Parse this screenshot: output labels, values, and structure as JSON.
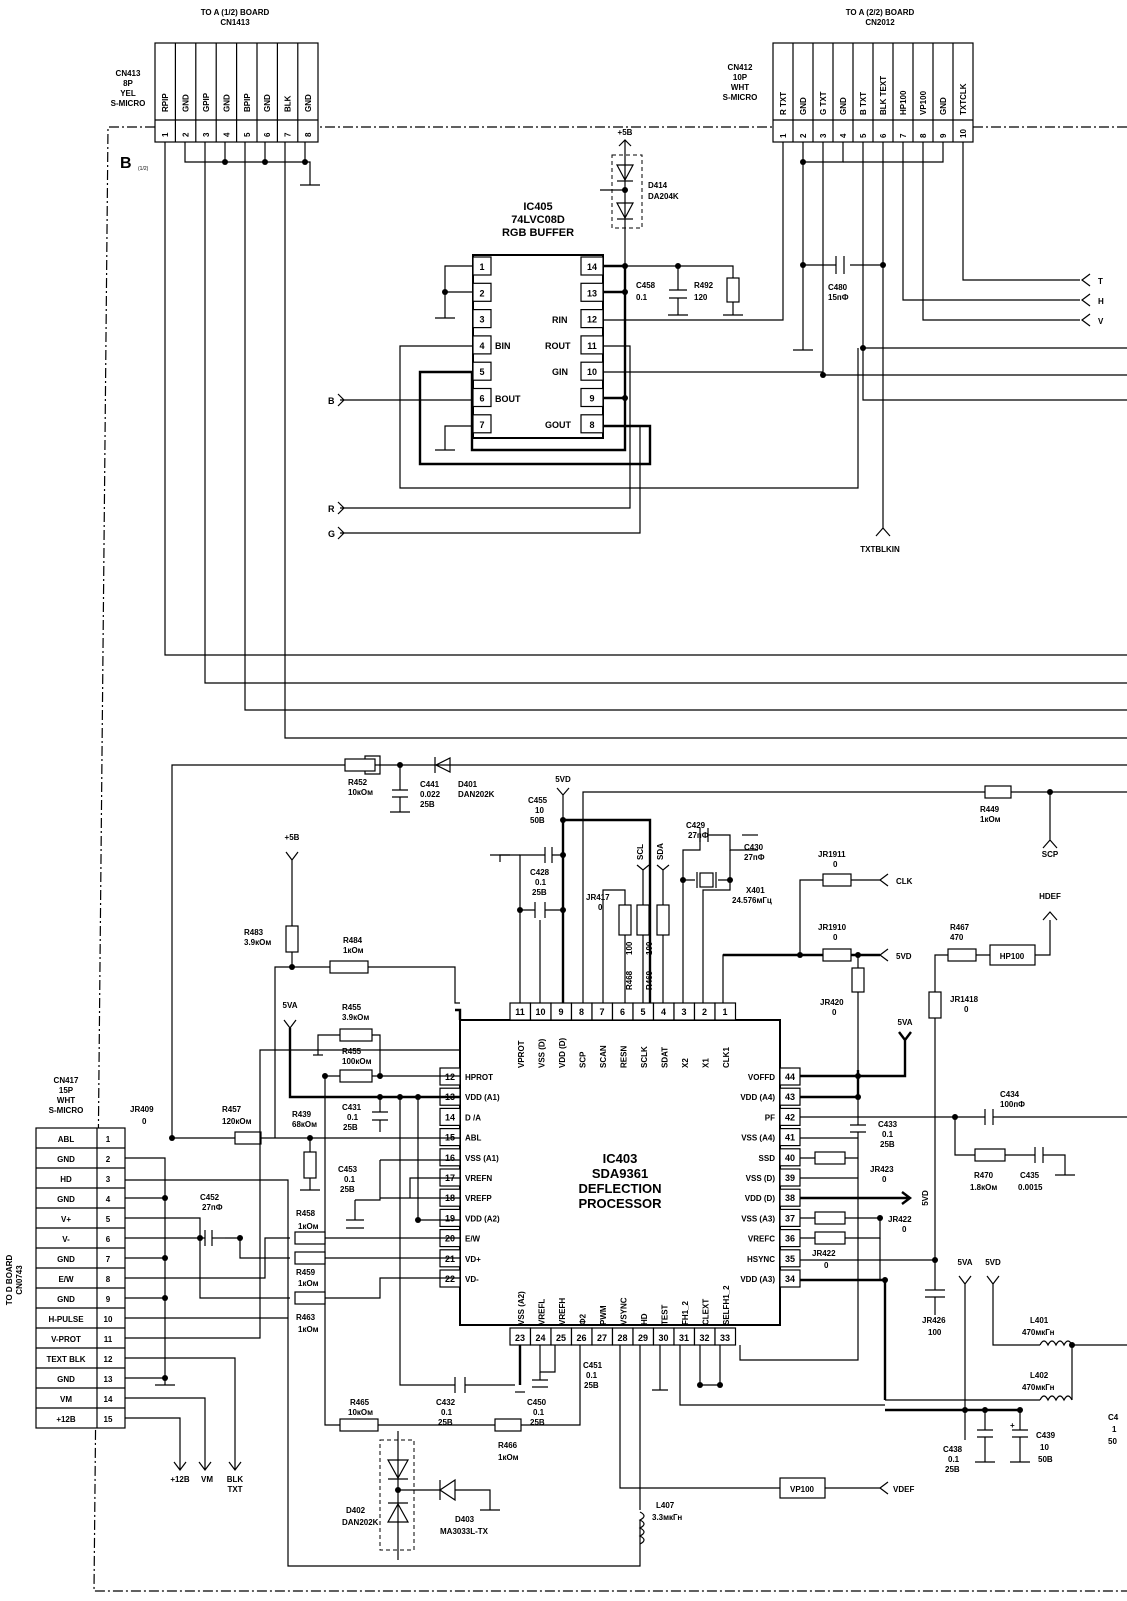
{
  "title_left_board": "TO A (1/2) BOARD",
  "title_left_conn": "CN1413",
  "title_right_board": "TO A (2/2) BOARD",
  "title_right_conn": "CN2012",
  "block_label": "B",
  "block_sub": "(1/2)",
  "cn413": {
    "ref": "CN413",
    "pins": "8P",
    "color": "YEL",
    "type": "S-MICRO",
    "signals": [
      "RPIP",
      "GND",
      "GPIP",
      "GND",
      "BPIP",
      "GND",
      "BLK",
      "GND"
    ],
    "numbers": [
      "1",
      "2",
      "3",
      "4",
      "5",
      "6",
      "7",
      "8"
    ]
  },
  "cn412": {
    "ref": "CN412",
    "pins": "10P",
    "color": "WHT",
    "type": "S-MICRO",
    "signals": [
      "R TXT",
      "GND",
      "G TXT",
      "GND",
      "B TXT",
      "BLK TEXT",
      "HP100",
      "VP100",
      "GND",
      "TXTCLK"
    ],
    "numbers": [
      "1",
      "2",
      "3",
      "4",
      "5",
      "6",
      "7",
      "8",
      "9",
      "10"
    ]
  },
  "cn417": {
    "ref": "CN417",
    "pins": "15P",
    "color": "WHT",
    "type": "S-MICRO",
    "signals": [
      "ABL",
      "GND",
      "HD",
      "GND",
      "V+",
      "V-",
      "GND",
      "E/W",
      "GND",
      "H-PULSE",
      "V-PROT",
      "TEXT BLK",
      "GND",
      "VM",
      "+12B"
    ],
    "numbers": [
      "1",
      "2",
      "3",
      "4",
      "5",
      "6",
      "7",
      "8",
      "9",
      "10",
      "11",
      "12",
      "13",
      "14",
      "15"
    ],
    "board": "TO D BOARD",
    "board_conn": "CN0743"
  },
  "ic405": {
    "ref": "IC405",
    "part": "74LVC08D",
    "desc": "RGB BUFFER",
    "left": [
      "1",
      "2",
      "3",
      "4",
      "5",
      "6",
      "7"
    ],
    "right": [
      "14",
      "13",
      "12",
      "11",
      "10",
      "9",
      "8"
    ],
    "pin_names": {
      "bin": "BIN",
      "bout": "BOUT",
      "rin": "RIN",
      "rout": "ROUT",
      "gin": "GIN",
      "gout": "GOUT"
    }
  },
  "ic403": {
    "ref": "IC403",
    "part": "SDA9361",
    "desc1": "DEFLECTION",
    "desc2": "PROCESSOR",
    "top_nums": [
      "11",
      "10",
      "9",
      "8",
      "7",
      "6",
      "5",
      "4",
      "3",
      "2",
      "1"
    ],
    "top_names": [
      "VPROT",
      "VSS (D)",
      "VDD (D)",
      "SCP",
      "SCAN",
      "RESN",
      "SCLK",
      "SDAT",
      "X2",
      "X1",
      "CLK1"
    ],
    "left_nums": [
      "12",
      "13",
      "14",
      "15",
      "16",
      "17",
      "18",
      "19",
      "20",
      "21",
      "22"
    ],
    "left_names": [
      "HPROT",
      "VDD (A1)",
      "D /A",
      "ABL",
      "VSS (A1)",
      "VREFN",
      "VREFP",
      "VDD (A2)",
      "E/W",
      "VD+",
      "VD-"
    ],
    "right_nums": [
      "44",
      "43",
      "42",
      "41",
      "40",
      "39",
      "38",
      "37",
      "36",
      "35",
      "34"
    ],
    "right_names": [
      "VOFFD",
      "VDD (A4)",
      "PF",
      "VSS (A4)",
      "SSD",
      "VSS (D)",
      "VDD (D)",
      "VSS (A3)",
      "VREFC",
      "HSYNC",
      "VDD (A3)"
    ],
    "bot_nums": [
      "23",
      "24",
      "25",
      "26",
      "27",
      "28",
      "29",
      "30",
      "31",
      "32",
      "33"
    ],
    "bot_names": [
      "VSS (A2)",
      "VREFL",
      "VREFH",
      "Φ2",
      "PWM",
      "VSYNC",
      "HD",
      "TEST",
      "FH1_2",
      "CLEXT",
      "SELFH1_2"
    ]
  },
  "components": {
    "d414": [
      "D414",
      "DA204K"
    ],
    "c458": [
      "C458",
      "0.1"
    ],
    "r492": [
      "R492",
      "120"
    ],
    "c480": [
      "C480",
      "15пФ"
    ],
    "r452": [
      "R452",
      "10кОм"
    ],
    "c441": [
      "C441",
      "0.022",
      "25B"
    ],
    "d401": [
      "D401",
      "DAN202K"
    ],
    "c455": [
      "C455",
      "10",
      "50B"
    ],
    "c428": [
      "C428",
      "0.1",
      "25B"
    ],
    "jr417": [
      "JR417",
      "0"
    ],
    "r468": [
      "R468",
      "100"
    ],
    "r469": [
      "R469",
      "100"
    ],
    "c429": [
      "C429",
      "27пФ"
    ],
    "c430": [
      "C430",
      "27пФ"
    ],
    "x401": [
      "X401",
      "24.576мГц"
    ],
    "jr1911": [
      "JR1911",
      "0"
    ],
    "jr1910": [
      "JR1910",
      "0"
    ],
    "r449": [
      "R449",
      "1кОм"
    ],
    "r467": [
      "R467",
      "470"
    ],
    "jr1418": [
      "JR1418",
      "0"
    ],
    "jr420": [
      "JR420",
      "0"
    ],
    "r483": [
      "R483",
      "3.9кОм"
    ],
    "r484": [
      "R484",
      "1кОм"
    ],
    "r455a": [
      "R455",
      "3.9кОм"
    ],
    "r455b": [
      "R455",
      "100кОм"
    ],
    "jr409": [
      "JR409",
      "0"
    ],
    "r457": [
      "R457",
      "120кОм"
    ],
    "r439": [
      "R439",
      "68кОм"
    ],
    "c431": [
      "C431",
      "0.1",
      "25B"
    ],
    "c453": [
      "C453",
      "0.1",
      "25B"
    ],
    "c452": [
      "C452",
      "27пФ"
    ],
    "r458": [
      "R458",
      "1кОм"
    ],
    "r459": [
      "R459",
      "1кОм"
    ],
    "r463": [
      "R463",
      "1кОм"
    ],
    "c434": [
      "C434",
      "100пФ"
    ],
    "c433": [
      "C433",
      "0.1",
      "25B"
    ],
    "jr423": [
      "JR423",
      "0"
    ],
    "r470": [
      "R470",
      "1.8кОм"
    ],
    "c435": [
      "C435",
      "0.0015"
    ],
    "jr422a": [
      "JR422",
      "0"
    ],
    "jr422b": [
      "JR422",
      "0"
    ],
    "jr426": [
      "JR426",
      "100"
    ],
    "l401": [
      "L401",
      "470мкГн"
    ],
    "l402": [
      "L402",
      "470мкГн"
    ],
    "c438": [
      "C438",
      "0.1",
      "25B"
    ],
    "c439": [
      "C439",
      "10",
      "50B"
    ],
    "c432": [
      "C432",
      "0.1",
      "25B"
    ],
    "c450": [
      "C450",
      "0.1",
      "25B"
    ],
    "c451": [
      "C451",
      "0.1",
      "25B"
    ],
    "r465": [
      "R465",
      "10кОм"
    ],
    "r466": [
      "R466",
      "1кОм"
    ],
    "d402": [
      "D402",
      "DAN202K"
    ],
    "d403": [
      "D403",
      "MA3033L-TX"
    ],
    "l407": [
      "L407",
      "3.3мкГн"
    ]
  },
  "nets": {
    "p5v": "+5B",
    "p5vd": "5VD",
    "p5va": "5VA",
    "p12b": "+12B",
    "b": "B",
    "r": "R",
    "g": "G",
    "txtblkin": "TXTBLKIN",
    "scp": "SCP",
    "scl": "SCL",
    "sda": "SDA",
    "clk": "CLK",
    "hdef": "HDEF",
    "hp100": "HP100",
    "vp100": "VP100",
    "vdef": "VDEF",
    "vm": "VM",
    "blk": "BLK",
    "txt": "TXT",
    "edge_t": "T",
    "edge_h": "H",
    "edge_v": "V",
    "edge_c": "C4",
    "edge_c2": "1",
    "edge_c3": "50"
  }
}
